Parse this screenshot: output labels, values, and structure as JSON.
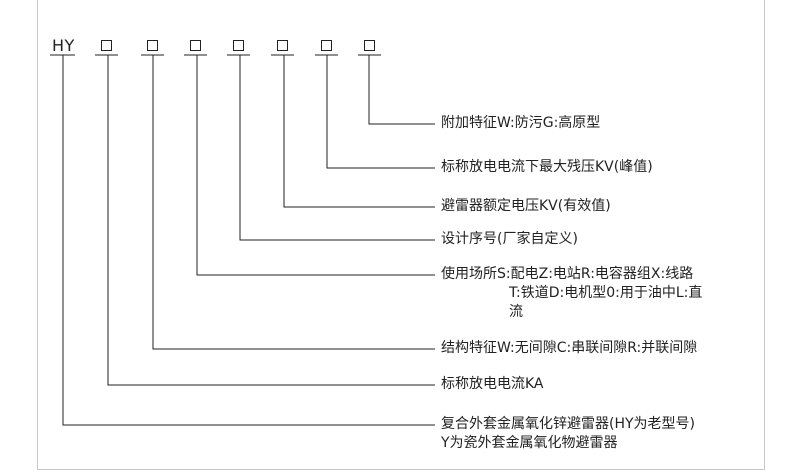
{
  "designation": {
    "prefix": "HY",
    "slot_count": 7
  },
  "legend": [
    {
      "id": "feature",
      "text": "附加特征W:防污G:高原型"
    },
    {
      "id": "residual-voltage",
      "text": "标称放电电流下最大残压KV(峰值)"
    },
    {
      "id": "rated-voltage",
      "text": "避雷器额定电压KV(有效值)"
    },
    {
      "id": "design-serial",
      "text": "设计序号(厂家自定义)"
    },
    {
      "id": "usage",
      "line1": "使用场所S:配电Z:电站R:电容器组X:线路",
      "line2": "T:铁道D:电机型0:用于油中L:直",
      "line3": "流"
    },
    {
      "id": "structure",
      "text": "结构特征W:无间隙C:串联间隙R:并联间隙"
    },
    {
      "id": "discharge-current",
      "text": "标称放电电流KA"
    },
    {
      "id": "type",
      "line1": "复合外套金属氧化锌避雷器(HY为老型号)",
      "line2": "Y为瓷外套金属氧化物避雷器"
    }
  ],
  "colors": {
    "line": "#222222",
    "frame": "#c8c8c8"
  }
}
